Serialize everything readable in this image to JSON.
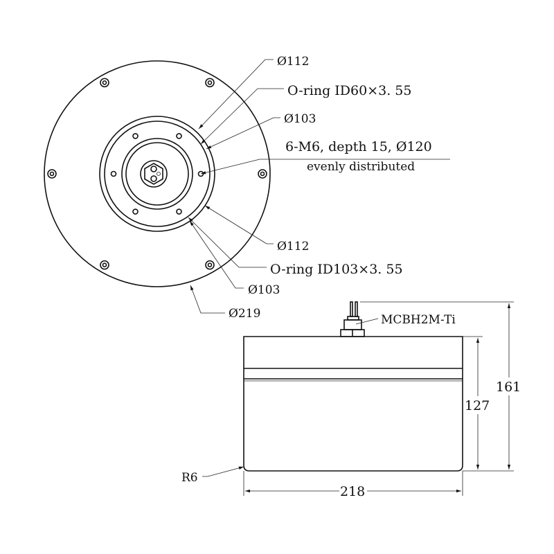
{
  "top_view": {
    "callouts": {
      "d112_upper": "Ø112",
      "oring_id60": "O-ring ID60×3. 55",
      "d103_upper": "Ø103",
      "m6_line1": "6-M6, depth 15, Ø120",
      "m6_line2": "evenly distributed",
      "d112_lower": "Ø112",
      "oring_id103": "O-ring ID103×3. 55",
      "d103_lower": "Ø103",
      "d219": "Ø219"
    }
  },
  "side_view": {
    "connector_label": "MCBH2M-Ti",
    "height_total": "161",
    "height_body": "127",
    "width": "218",
    "corner_radius": "R6"
  }
}
